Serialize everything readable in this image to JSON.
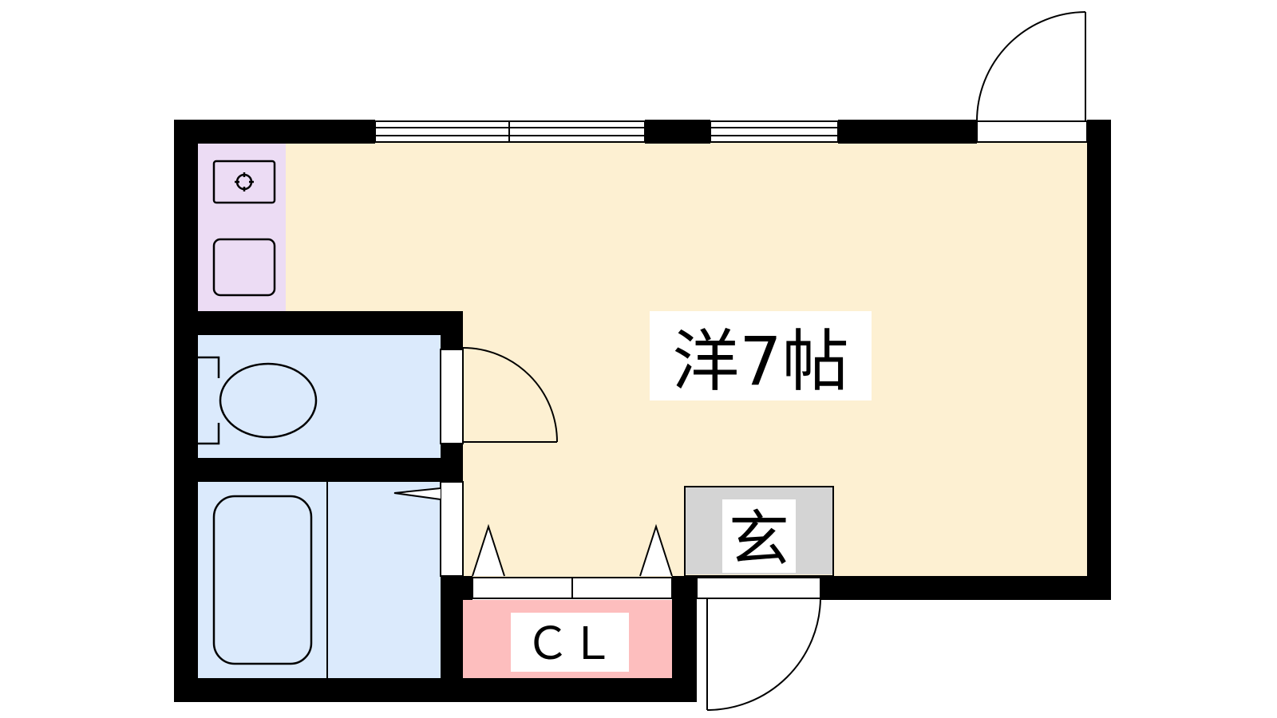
{
  "floorplan": {
    "main_room": {
      "label": "洋7帖",
      "type": "western-style room",
      "size_jo": 7
    },
    "entrance": {
      "label": "玄"
    },
    "closet": {
      "label": "ＣＬ"
    },
    "kitchen": {
      "has_stove": true,
      "has_sink": true
    },
    "toilet": {
      "has_toilet": true
    },
    "bathroom": {
      "has_bathtub": true
    }
  },
  "colors": {
    "main_room": "#fdf0d2",
    "kitchen": "#ecdcf4",
    "toilet": "#dbeafc",
    "bathroom": "#dbeafc",
    "closet": "#fdbebe",
    "entrance": "#d4d4d4",
    "wall": "#000000",
    "label_bg": "#ffffff"
  }
}
